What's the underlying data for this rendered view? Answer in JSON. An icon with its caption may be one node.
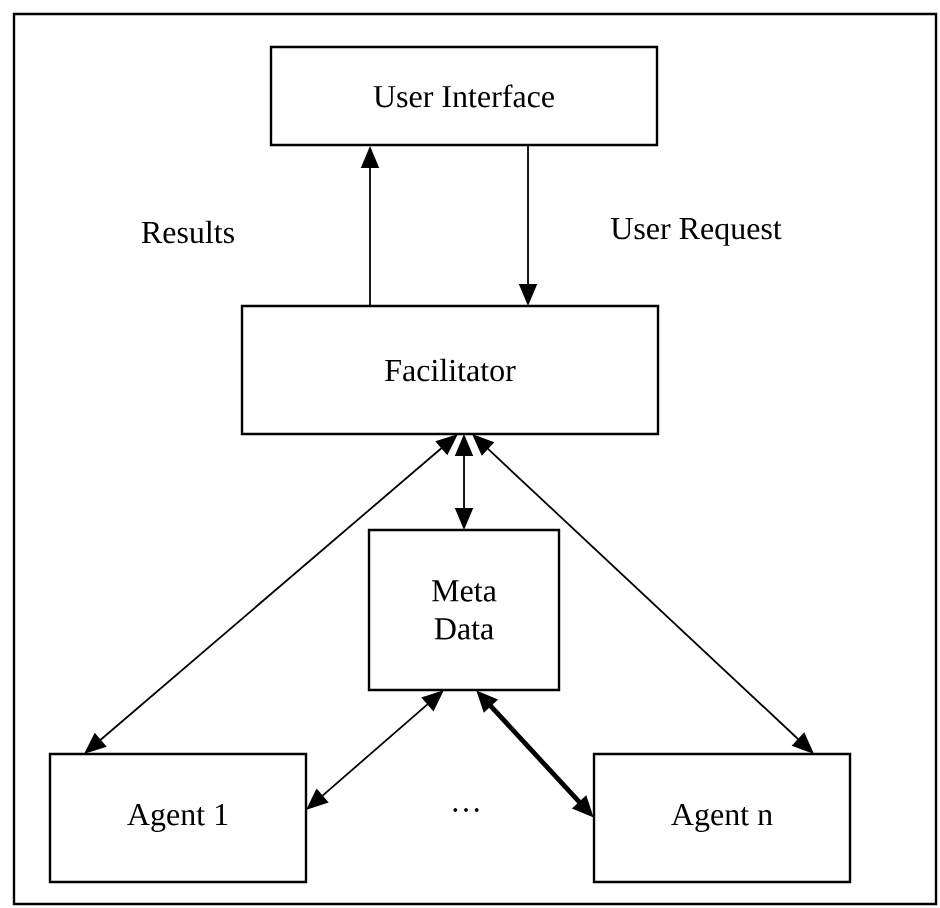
{
  "diagram": {
    "nodes": [
      {
        "text": [
          "User Interface"
        ]
      },
      {
        "text": [
          "Facilitator"
        ]
      },
      {
        "text": [
          "Meta Data"
        ]
      },
      {
        "text": [
          "Agent 1"
        ]
      },
      {
        "text": [
          "Agent n"
        ]
      }
    ],
    "edges": [
      {
        "from": 1,
        "to": 0,
        "arrow": "to",
        "label": "Results"
      },
      {
        "from": 0,
        "to": 1,
        "arrow": "to",
        "label": "User Request"
      },
      {
        "from": 1,
        "to": 2,
        "arrow": "both"
      },
      {
        "from": 1,
        "to": 3,
        "arrow": "both"
      },
      {
        "from": 1,
        "to": 4,
        "arrow": "both"
      },
      {
        "from": 2,
        "to": 3,
        "arrow": "both"
      },
      {
        "from": 2,
        "to": 4,
        "arrow": "both",
        "style": "thick"
      }
    ],
    "labels": [
      "…"
    ]
  }
}
